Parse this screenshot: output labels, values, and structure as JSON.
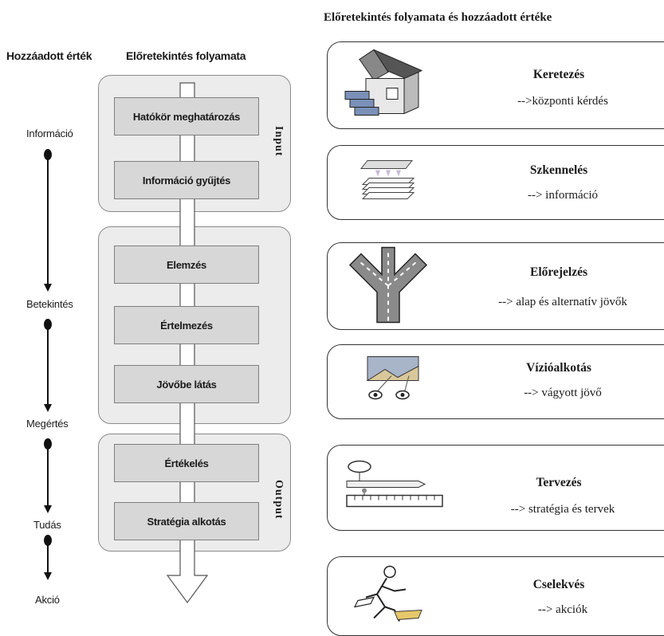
{
  "left_panel": {
    "header_value": "Hozzáadott érték",
    "header_process": "Előretekintés folyamata",
    "value_stages": [
      "Információ",
      "Betekintés",
      "Megértés",
      "Tudás",
      "Akció"
    ],
    "steps": [
      "Hatókör meghatározás",
      "Információ gyűjtés",
      "Elemzés",
      "Értelmezés",
      "Jövőbe látás",
      "Értékelés",
      "Stratégia alkotás"
    ],
    "input_label": "Input",
    "output_label": "Output"
  },
  "right_panel": {
    "title": "Előretekintés folyamata és hozzáadott értéke",
    "cards": [
      {
        "title": "Keretezés",
        "subtitle": "-->központi kérdés",
        "icon": "house-icon"
      },
      {
        "title": "Szkennelés",
        "subtitle": "--> információ",
        "icon": "scanner-icon"
      },
      {
        "title": "Előrejelzés",
        "subtitle": "--> alap és alternatív jövők",
        "icon": "road-fork-icon"
      },
      {
        "title": "Vízióalkotás",
        "subtitle": "--> vágyott jövő",
        "icon": "vision-eyes-icon"
      },
      {
        "title": "Tervezés",
        "subtitle": "--> stratégia és tervek",
        "icon": "ruler-pencil-icon"
      },
      {
        "title": "Cselekvés",
        "subtitle": "--> akciók",
        "icon": "running-person-icon"
      }
    ]
  },
  "colors": {
    "group_bg": "#ececec",
    "step_bg": "#d7d7d7",
    "arrow_fill": "#ffffff",
    "stroke": "#222222"
  }
}
